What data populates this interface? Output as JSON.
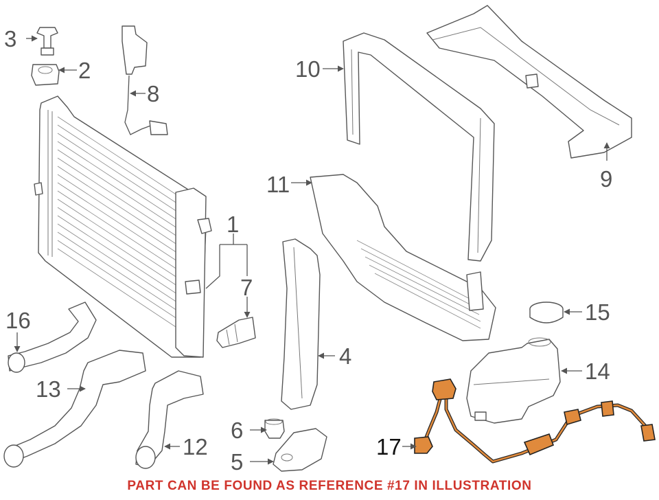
{
  "diagram": {
    "callouts": {
      "c1": "1",
      "c2": "2",
      "c3": "3",
      "c4": "4",
      "c5": "5",
      "c6": "6",
      "c7": "7",
      "c8": "8",
      "c9": "9",
      "c10": "10",
      "c11": "11",
      "c12": "12",
      "c13": "13",
      "c14": "14",
      "c15": "15",
      "c16": "16",
      "c17": "17"
    },
    "highlight_color": "#e08a3c",
    "footer_color": "#d0342c"
  },
  "footer": {
    "note": "PART CAN BE FOUND AS REFERENCE #17 IN ILLUSTRATION"
  }
}
